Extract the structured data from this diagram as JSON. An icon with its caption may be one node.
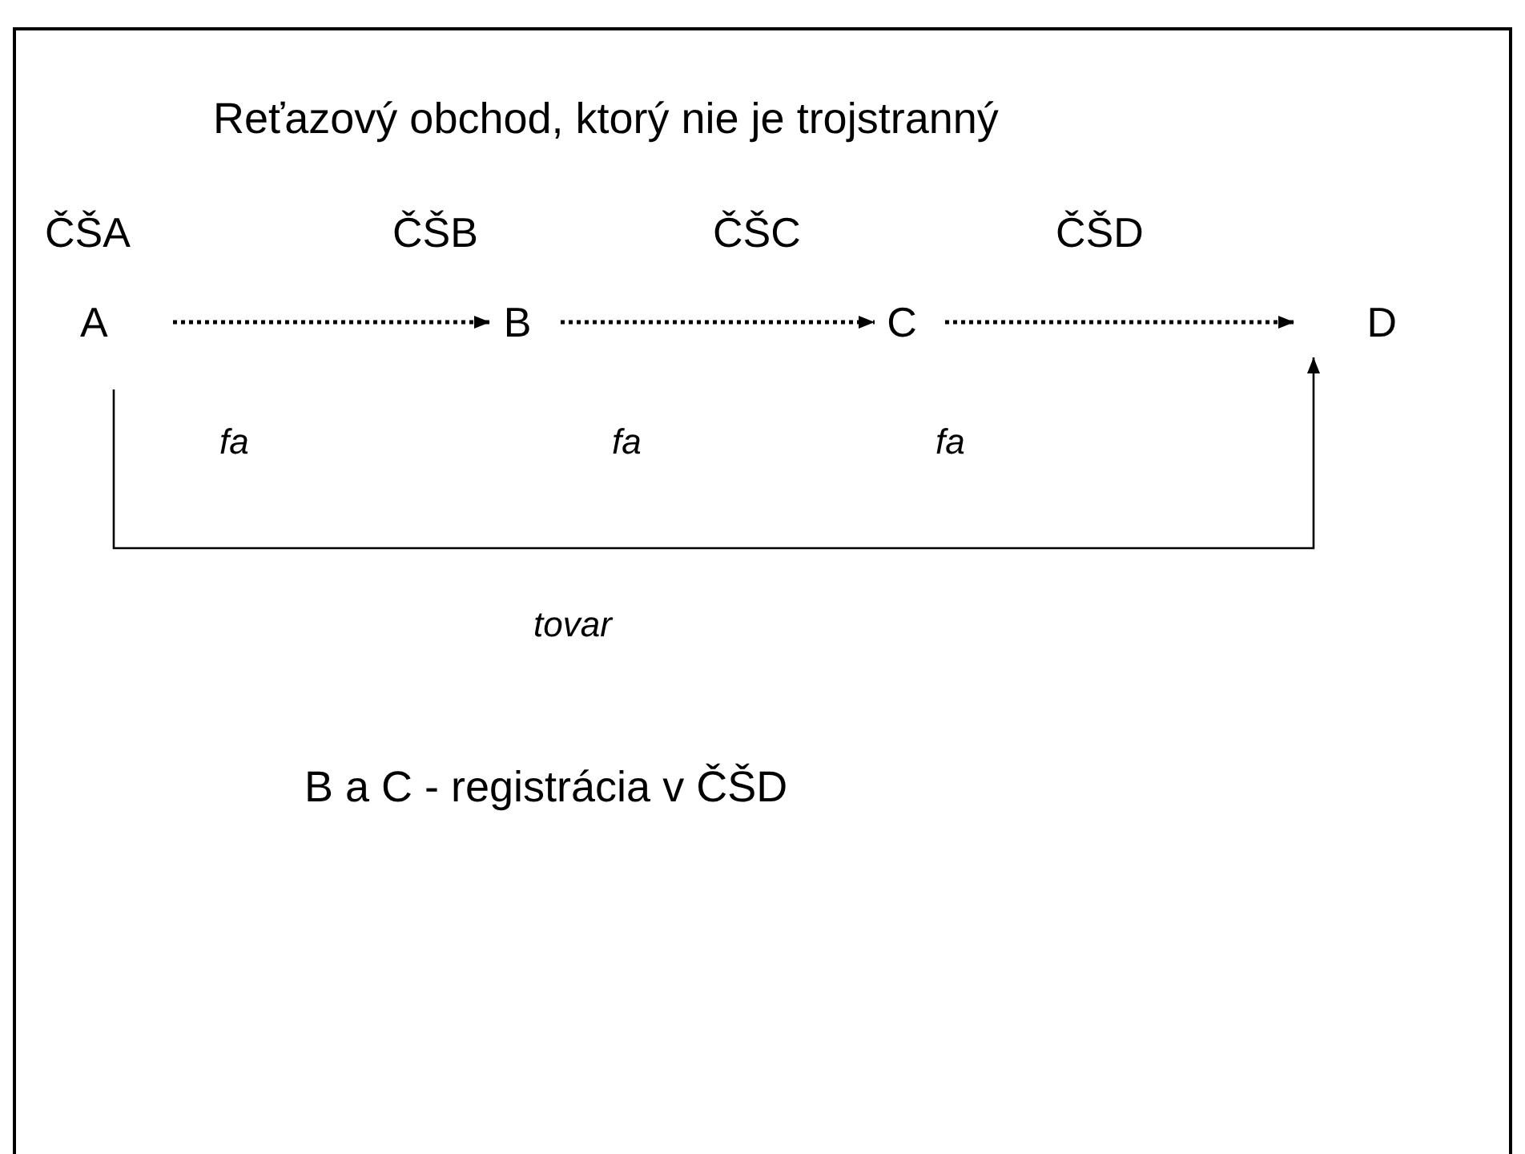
{
  "diagram": {
    "title": "Reťazový obchod, ktorý nie je trojstranný",
    "nodes": [
      {
        "text": [
          "A"
        ]
      },
      {
        "text": [
          "B"
        ]
      },
      {
        "text": [
          "C"
        ]
      },
      {
        "text": [
          "D"
        ]
      }
    ],
    "edges": [
      {
        "from": 0,
        "to": 1,
        "arrow": "to",
        "style": "dashed"
      },
      {
        "from": 1,
        "to": 2,
        "arrow": "to",
        "style": "dashed"
      },
      {
        "from": 2,
        "to": 3,
        "arrow": "to",
        "style": "dashed"
      },
      {
        "from": 0,
        "to": 3,
        "arrow": "to"
      }
    ],
    "labels": [
      "ČŠA",
      "ČŠB",
      "ČŠC",
      "ČŠD",
      "fa",
      "fa",
      "fa",
      "tovar",
      "B a C - registrácia v ČŠD"
    ]
  }
}
